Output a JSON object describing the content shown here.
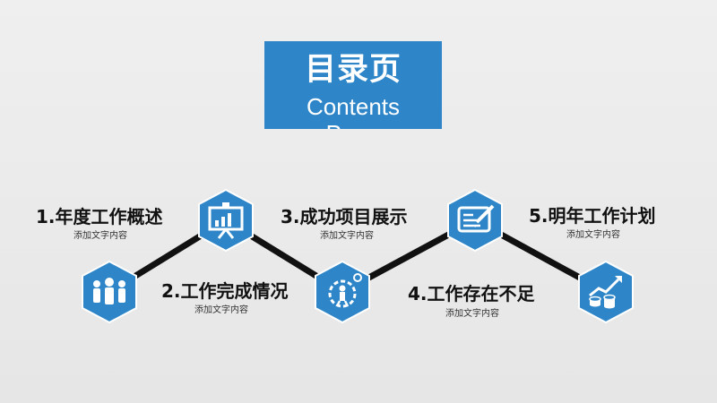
{
  "slide": {
    "title_cn": "目录页",
    "title_en": "Contents Page"
  },
  "colors": {
    "accent": "#2e86c9",
    "background": "#e9e9e9",
    "connector": "#111111",
    "text": "#111111"
  },
  "items": [
    {
      "title": "1.年度工作概述",
      "subtitle": "添加文字内容",
      "icon": "presentation-board-icon"
    },
    {
      "title": "2.工作完成情况",
      "subtitle": "添加文字内容",
      "icon": "team-people-icon"
    },
    {
      "title": "3.成功项目展示",
      "subtitle": "添加文字内容",
      "icon": "gear-person-icon"
    },
    {
      "title": "4.工作存在不足",
      "subtitle": "添加文字内容",
      "icon": "document-pen-icon"
    },
    {
      "title": "5.明年工作计划",
      "subtitle": "添加文字内容",
      "icon": "growth-chart-coins-icon"
    }
  ]
}
